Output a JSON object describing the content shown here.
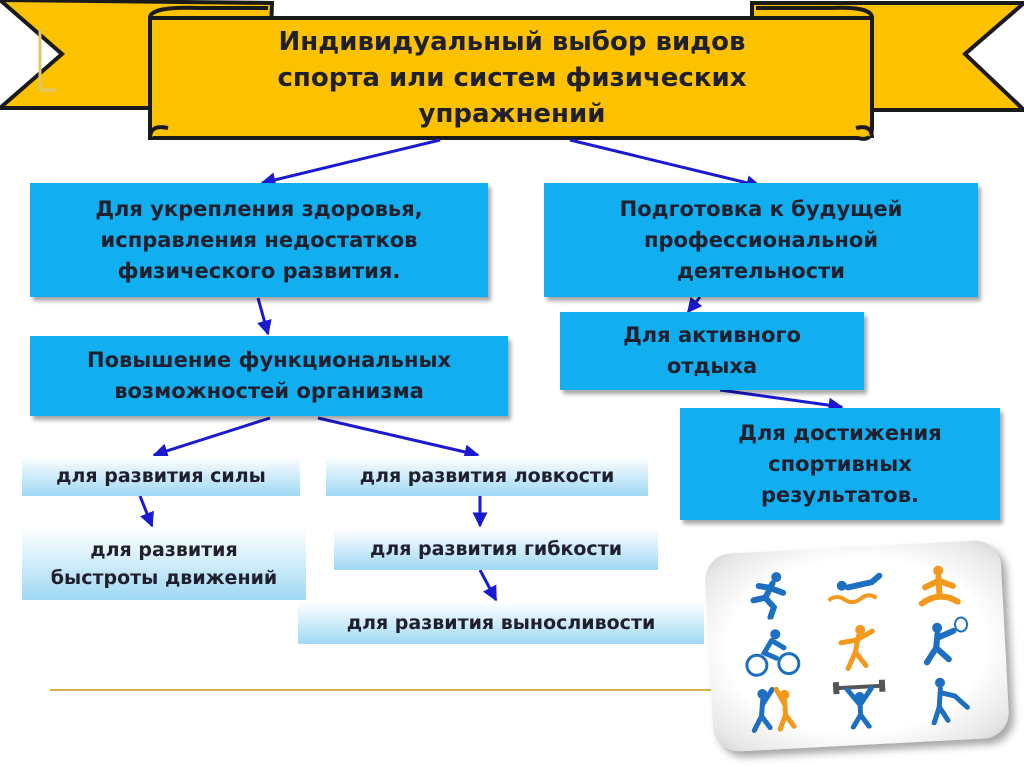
{
  "title": {
    "line1": "Индивидуальный выбор видов",
    "line2": "спорта или систем физических",
    "line3": "упражнений"
  },
  "left_branch": {
    "health": [
      "Для укрепления здоровья,",
      "исправления недостатков",
      "физического развития."
    ],
    "function": [
      "Повышение функциональных",
      "возможностей организма"
    ],
    "strength": "для развития силы",
    "agility": "для развития ловкости",
    "speed": [
      "для развития",
      "быстроты движений"
    ],
    "flexibility": "для развития гибкости",
    "endurance": "для развития выносливости"
  },
  "right_branch": {
    "profession": [
      "Подготовка к будущей",
      "профессиональной",
      "деятельности"
    ],
    "leisure": [
      "Для активного",
      "отдыха"
    ],
    "results": [
      "Для достижения",
      "спортивных",
      "результатов."
    ]
  },
  "icons": [
    "runner-icon",
    "swimmer-icon",
    "yoga-icon",
    "cyclist-icon",
    "gymnast-icon",
    "tennis-icon",
    "volleyball-icon",
    "weightlifter-icon",
    "golf-icon"
  ],
  "colors": {
    "banner_fill": "#fcc200",
    "box_fill": "#12aff0",
    "arrow": "#1a1ad0",
    "rule_line": "#d6b14a",
    "icon_blue": "#1d6fc1",
    "icon_orange": "#f39a1e"
  }
}
